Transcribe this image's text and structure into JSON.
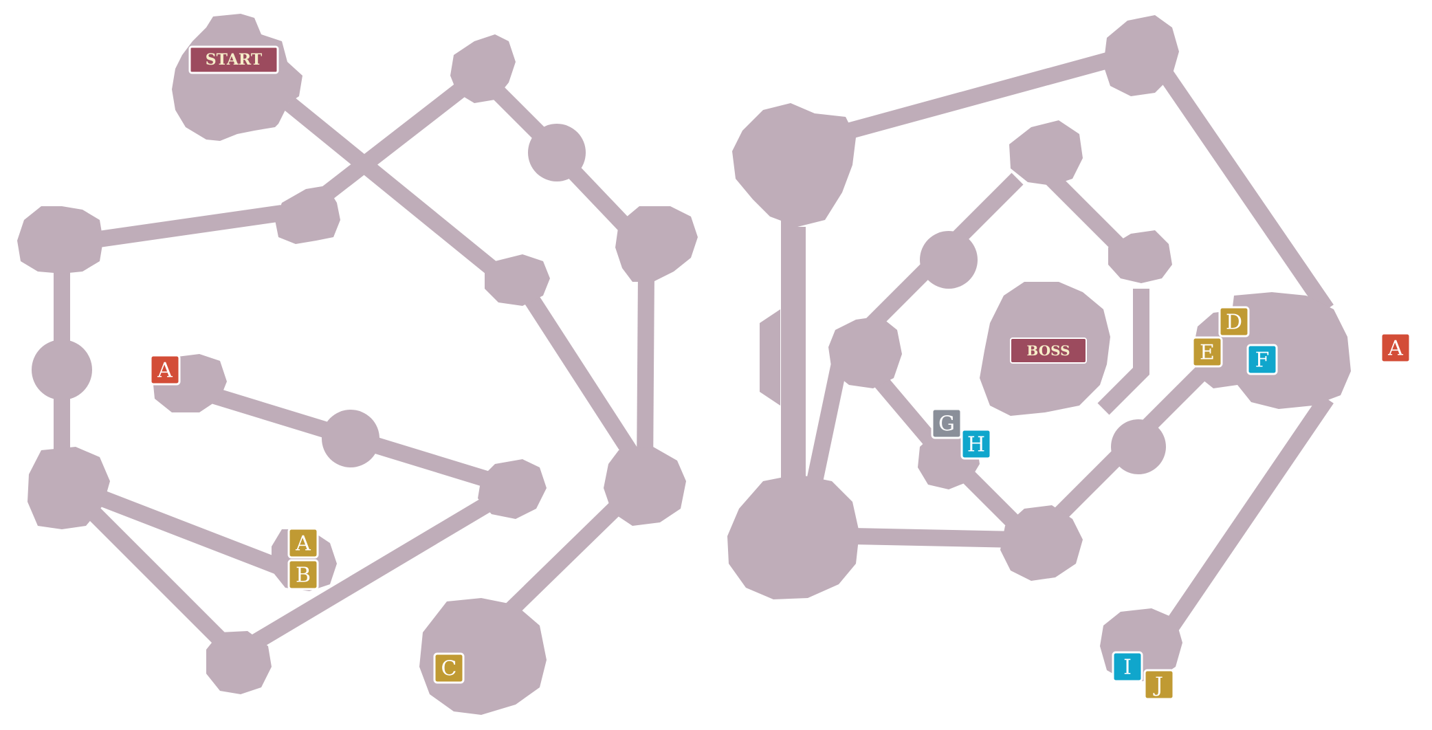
{
  "colors": {
    "rock": "#bfadb9",
    "background": "#ffffff",
    "plate_fill": "#9c4b5e",
    "plate_text": "#f6edc8",
    "marker_red": "#d34d37",
    "marker_gold": "#c09a33",
    "marker_teal": "#10a6cc",
    "marker_gray": "#8a8f99"
  },
  "labels": {
    "start": "START",
    "boss": "BOSS"
  },
  "markers": {
    "left_a_red": "A",
    "left_a_gold": "A",
    "left_b_gold": "B",
    "left_c_gold": "C",
    "right_a_red": "A",
    "right_d_gold": "D",
    "right_e_gold": "E",
    "right_f_teal": "F",
    "right_g_gray": "G",
    "right_h_teal": "H",
    "right_i_teal": "I",
    "right_j_gold": "J"
  }
}
